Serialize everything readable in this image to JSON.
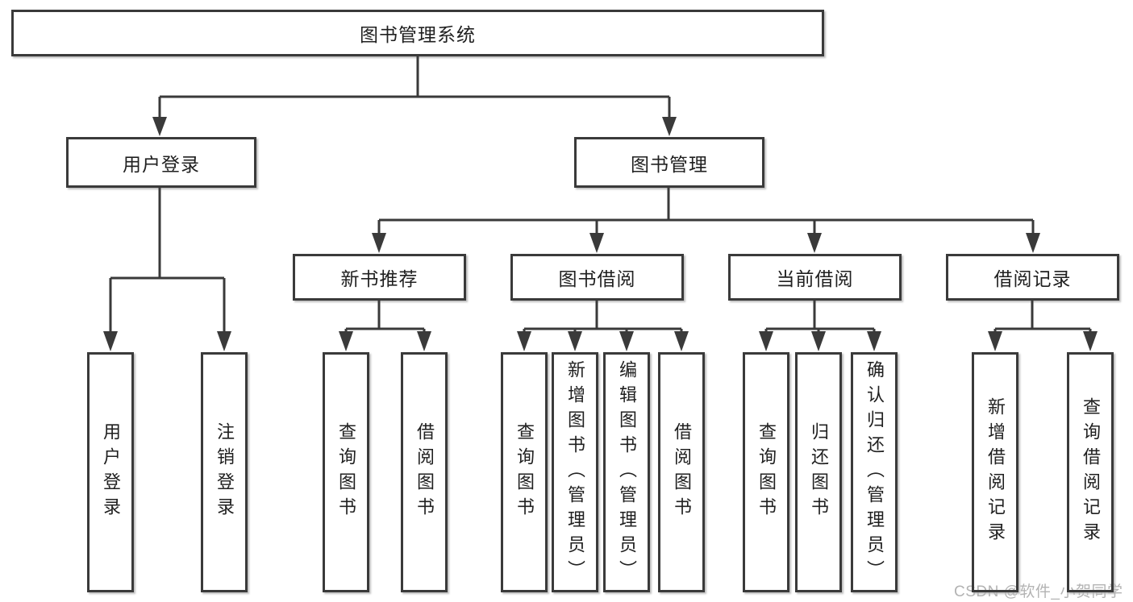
{
  "nodes": {
    "root": "图书管理系统",
    "user_login": "用户登录",
    "book_mgmt": "图书管理",
    "new_book_rec": "新书推荐",
    "book_borrow": "图书借阅",
    "current_borrow": "当前借阅",
    "borrow_record": "借阅记录",
    "leaf_user_login": "用户登录",
    "leaf_logout": "注销登录",
    "leaf_query_book_rec": "查询图书",
    "leaf_borrow_book_rec": "借阅图书",
    "leaf_query_book_borrow": "查询图书",
    "leaf_add_book": "新增图书（管理员）",
    "leaf_edit_book": "编辑图书（管理员）",
    "leaf_borrow_book_borrow": "借阅图书",
    "leaf_query_book_current": "查询图书",
    "leaf_return_book": "归还图书",
    "leaf_confirm_return": "确认归还（管理员）",
    "leaf_add_borrow_record": "新增借阅记录",
    "leaf_query_borrow_record": "查询借阅记录"
  },
  "watermark": "CSDN @软件_小贺同学",
  "colors": {
    "line": "#3a3a3a",
    "box_border": "#3a3a3a",
    "box_fill": "#ffffff",
    "text": "#202020",
    "watermark": "#b3b3b3"
  }
}
